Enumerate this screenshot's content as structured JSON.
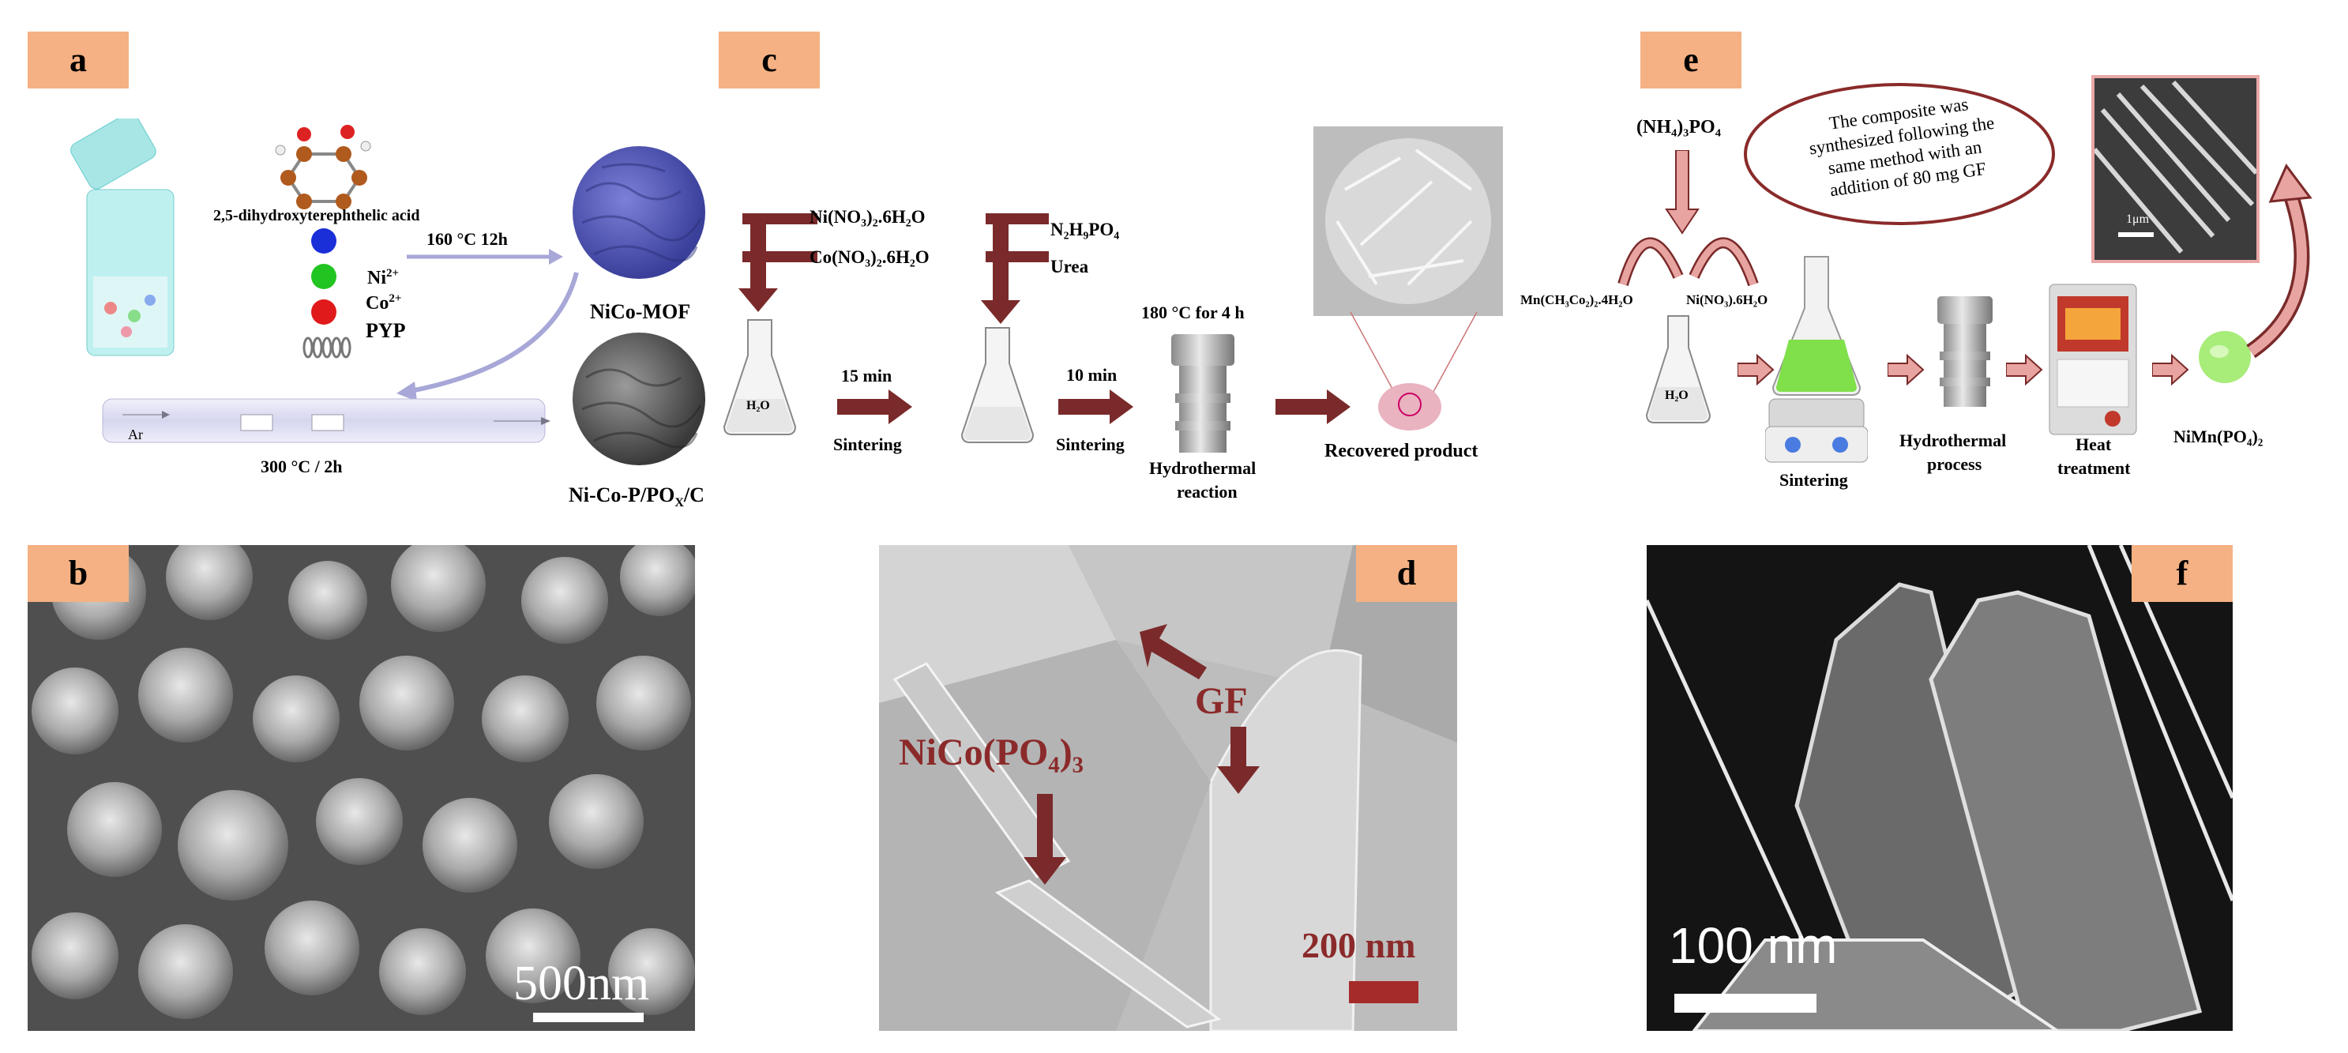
{
  "panels": {
    "a": {
      "label": "a",
      "acid_label": "2,5-dihydroxyterephthelic acid",
      "ion_ni": "Ni",
      "ion_ni_charge": "2+",
      "ion_co": "Co",
      "ion_co_charge": "2+",
      "pyp": "PYP",
      "step1": "160 °C  12h",
      "mof_label": "NiCo-MOF",
      "gas": "Ar",
      "step2": "300 °C / 2h",
      "product_main": "Ni-Co-P/PO",
      "product_sub": "X",
      "product_tail": "/C"
    },
    "b": {
      "label": "b",
      "scale": "500nm"
    },
    "c": {
      "label": "c",
      "reagent1": "Ni(NO₃)₂.6H₂O",
      "reagent2": "Co(NO₃)₂.6H₂O",
      "water": "H₂O",
      "time1": "15 min",
      "sinter1": "Sintering",
      "reagent3": "N₂H₉PO₄",
      "reagent4": "Urea",
      "time2": "10 min",
      "sinter2": "Sintering",
      "hydro_temp": "180 °C for 4 h",
      "hydro_line1": "Hydrothermal",
      "hydro_line2": "reaction",
      "recovered": "Recovered product"
    },
    "d": {
      "label": "d",
      "gf": "GF",
      "compound": "NiCo(PO₄)₃",
      "scale": "200 nm"
    },
    "e": {
      "label": "e",
      "reagent_top": "(NH₄)₃PO₄",
      "reagent_left": "Mn(CH₃Co₂)₂.4H₂O",
      "reagent_right": "Ni(NO₃).6H₂O",
      "water": "H₂O",
      "note_line1": "The composite was",
      "note_line2": "synthesized following the",
      "note_line3": "same method with an",
      "note_line4": "addition of 80 mg GF",
      "sintering": "Sintering",
      "hydro_line1": "Hydrothermal",
      "hydro_line2": "process",
      "heat_line1": "Heat",
      "heat_line2": "treatment",
      "product": "NiMn(PO₄)₂",
      "scale": "1μm"
    },
    "f": {
      "label": "f",
      "scale": "100 nm"
    }
  },
  "colors": {
    "label_bg": "#f5b183",
    "dark_arrow": "#7a2a2a",
    "pink_arrow": "#e8a4a0",
    "mof_blue": "#5a5fb8",
    "scale_red": "#a52a2a"
  }
}
